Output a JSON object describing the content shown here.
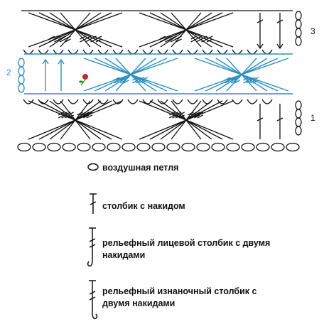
{
  "diagram": {
    "row_labels": [
      "3",
      "2",
      "1"
    ]
  },
  "legend": [
    {
      "icon": "chain-stitch-icon",
      "text": "воздушная петля"
    },
    {
      "icon": "double-crochet-icon",
      "text": "столбик с накидом"
    },
    {
      "icon": "front-post-treble-icon",
      "text": "рельефный лицевой столбик с двумя накидами"
    },
    {
      "icon": "back-post-treble-icon",
      "text": "рельефный изнаночный столбик с двумя накидами"
    }
  ],
  "colors": {
    "ink": "#111111",
    "blue": "#2a8fc0",
    "rose": "#c0282e",
    "leaf": "#3a8a2e"
  }
}
